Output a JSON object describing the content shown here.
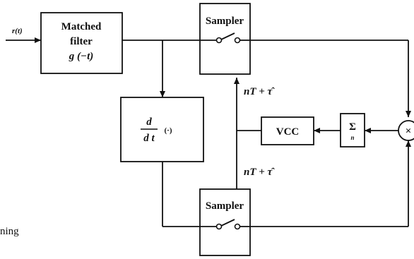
{
  "diagram": {
    "input_label": "r(t)",
    "matched_filter": {
      "line1": "Matched",
      "line2": "filter",
      "line3": "g (−t)"
    },
    "sampler_top": {
      "label": "Sampler"
    },
    "sampler_bottom": {
      "label": "Sampler"
    },
    "derivative": {
      "numerator": "d",
      "denominator": "d t",
      "operand": "(·)"
    },
    "vcc": {
      "label": "VCC"
    },
    "summer": {
      "symbol": "Σ",
      "subscript": "n"
    },
    "multiplier": {
      "symbol": "×"
    },
    "timing_top": "nT + τ̂",
    "timing_bottom": "nT + τ̂",
    "margin_fragment": "ning"
  }
}
